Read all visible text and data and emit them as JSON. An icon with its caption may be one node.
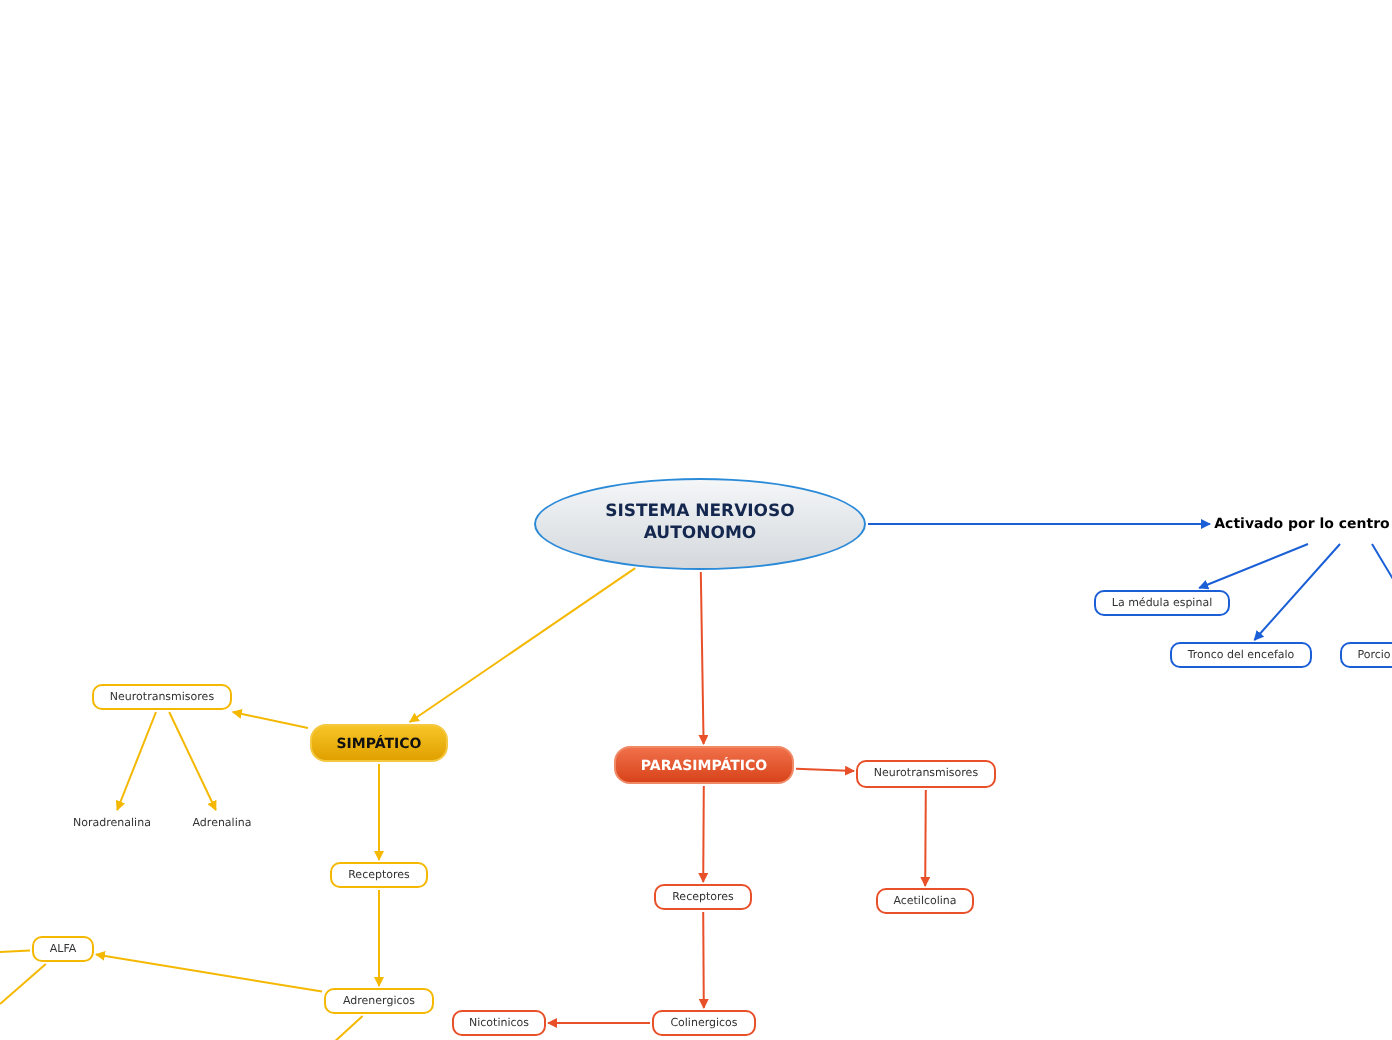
{
  "diagram": {
    "nodes": [
      {
        "text": [
          "SISTEMA NERVIOSO AUTONOMO"
        ]
      },
      {
        "text": [
          "SIMPÁTICO"
        ]
      },
      {
        "text": [
          "PARASIMPÁTICO"
        ]
      },
      {
        "text": [
          "Activado por lo centro"
        ]
      },
      {
        "text": [
          "Neurotransmisores"
        ]
      },
      {
        "text": [
          "Noradrenalina"
        ]
      },
      {
        "text": [
          "Adrenalina"
        ]
      },
      {
        "text": [
          "Receptores"
        ]
      },
      {
        "text": [
          "Adrenergicos"
        ]
      },
      {
        "text": [
          "ALFA"
        ]
      },
      {
        "text": [
          "Neurotransmisores"
        ]
      },
      {
        "text": [
          "Acetilcolina"
        ]
      },
      {
        "text": [
          "Receptores"
        ]
      },
      {
        "text": [
          "Colinergicos"
        ]
      },
      {
        "text": [
          "Nicotinicos"
        ]
      },
      {
        "text": [
          "La médula espinal"
        ]
      },
      {
        "text": [
          "Tronco del encefalo"
        ]
      },
      {
        "text": [
          "Porcio"
        ]
      }
    ],
    "edges": [
      {
        "from": 0,
        "to": 1,
        "arrow": "to"
      },
      {
        "from": 0,
        "to": 2,
        "arrow": "to",
        "color": "#e8502a"
      },
      {
        "from": 0,
        "to": 3,
        "arrow": "to",
        "color": "#1a5fd6"
      },
      {
        "from": 1,
        "to": 4,
        "arrow": "to"
      },
      {
        "from": 4,
        "to": 5,
        "arrow": "to"
      },
      {
        "from": 4,
        "to": 6,
        "arrow": "to"
      },
      {
        "from": 1,
        "to": 7,
        "arrow": "to"
      },
      {
        "from": 7,
        "to": 8,
        "arrow": "to"
      },
      {
        "from": 8,
        "to": 9,
        "arrow": "to"
      },
      {
        "from": 9,
        "to": null,
        "arrow": "none"
      },
      {
        "from": 9,
        "to": null,
        "arrow": "none"
      },
      {
        "from": 8,
        "to": null,
        "arrow": "none"
      },
      {
        "from": 2,
        "to": 10,
        "arrow": "to",
        "color": "#e8502a"
      },
      {
        "from": 10,
        "to": 11,
        "arrow": "to",
        "color": "#e8502a"
      },
      {
        "from": 2,
        "to": 12,
        "arrow": "to",
        "color": "#e8502a"
      },
      {
        "from": 12,
        "to": 13,
        "arrow": "to",
        "color": "#e8502a"
      },
      {
        "from": 13,
        "to": 14,
        "arrow": "to",
        "color": "#e8502a"
      },
      {
        "from": 3,
        "to": 15,
        "arrow": "to",
        "color": "#1a5fd6"
      },
      {
        "from": 3,
        "to": 16,
        "arrow": "to",
        "color": "#1a5fd6"
      },
      {
        "from": 3,
        "to": null,
        "arrow": "none",
        "color": "#1a5fd6"
      }
    ]
  }
}
